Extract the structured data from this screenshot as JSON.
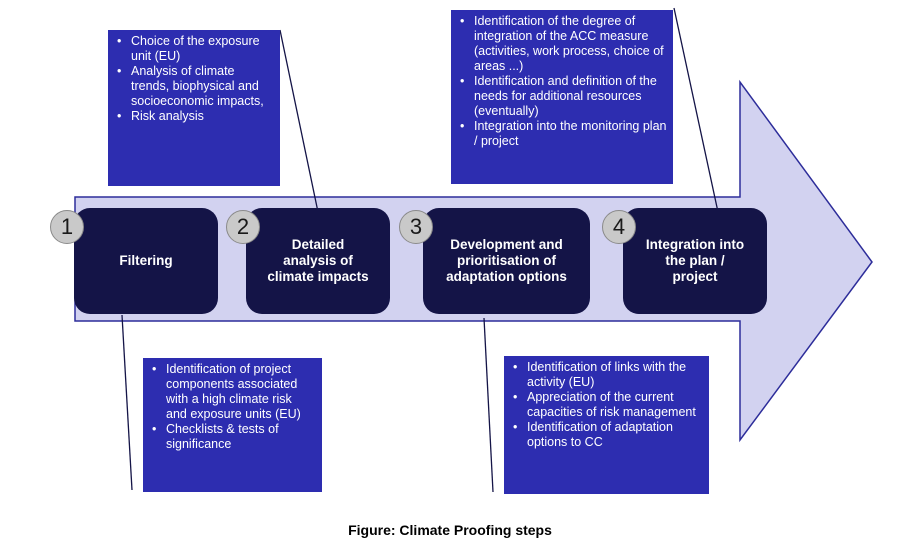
{
  "steps": [
    {
      "number": "1",
      "label": "Filtering"
    },
    {
      "number": "2",
      "label": "Detailed\nanalysis of\nclimate impacts"
    },
    {
      "number": "3",
      "label": "Development and\nprioritisation of\nadaptation options"
    },
    {
      "number": "4",
      "label": "Integration into\nthe plan /\nproject"
    }
  ],
  "notes": {
    "step1": [
      "Identification of project components associated with a high climate risk and exposure units (EU)",
      "Checklists & tests of significance"
    ],
    "step2": [
      "Choice of the exposure unit (EU)",
      "Analysis of climate trends, biophysical and socioeconomic impacts,",
      "Risk analysis"
    ],
    "step3": [
      "Identification of links with the activity (EU)",
      "Appreciation of the current capacities of risk management",
      "Identification of adaptation options to CC"
    ],
    "step4": [
      "Identification of the degree of integration of the ACC measure (activities, work process, choice of areas ...)",
      "Identification and definition of the needs  for additional resources (eventually)",
      "Integration into the monitoring plan / project"
    ]
  },
  "caption": "Figure: Climate Proofing steps",
  "colors": {
    "arrow_fill": "#d2d2f0",
    "arrow_stroke": "#2d2d9a",
    "step_box": "#141447",
    "note_box": "#2d2db0",
    "step_number_circle": "#c9c9c9"
  }
}
